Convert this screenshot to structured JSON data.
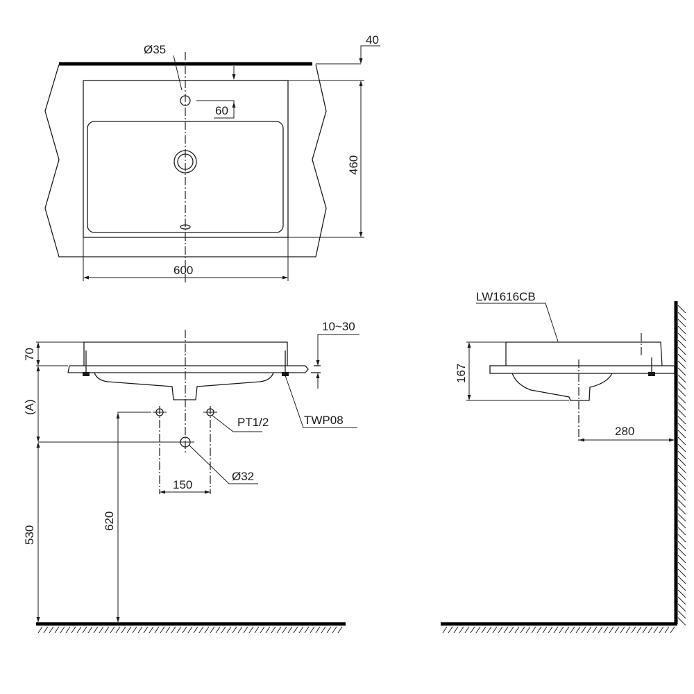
{
  "top_view": {
    "tap_hole_diameter": "Ø35",
    "tap_hole_offset": "60",
    "counter_thickness": "40",
    "depth": "460",
    "width": "600"
  },
  "front_view": {
    "basin_height": "70",
    "counter_range": "10~30",
    "height_a": "(A)",
    "supply_label": "PT1/2",
    "bracket_label": "TWP08",
    "drain_diameter": "Ø32",
    "supply_spacing": "150",
    "drain_height": "530",
    "supply_height": "620"
  },
  "side_view": {
    "model": "LW1616CB",
    "total_height": "167",
    "wall_to_drain": "280"
  }
}
